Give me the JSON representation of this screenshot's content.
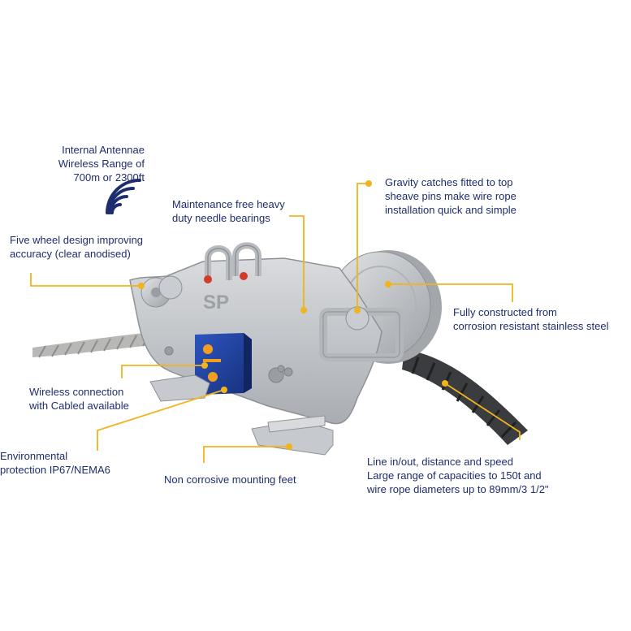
{
  "colors": {
    "label_text": "#1e2d6e",
    "callout_line": "#f0b41e",
    "steel": "#c3c6ca",
    "steel_dark": "#8e9297",
    "rope": "#3a3c3f",
    "sensor_blue": "#1f3f9a",
    "sensor_orange": "#f0a01e"
  },
  "logo_text": "SP",
  "callouts": [
    {
      "id": "antenna",
      "text": "Internal Antennae\nWireless Range of\n700m or 2300ft"
    },
    {
      "id": "bearings",
      "text": "Maintenance free heavy\nduty needle bearings"
    },
    {
      "id": "gravity",
      "text": "Gravity catches fitted to top\nsheave pins make wire rope\ninstallation quick and simple"
    },
    {
      "id": "five-wheel",
      "text": "Five wheel design improving\naccuracy (clear anodised)"
    },
    {
      "id": "stainless",
      "text": "Fully constructed from\ncorrosion resistant stainless steel"
    },
    {
      "id": "wireless",
      "text": "Wireless connection\nwith Cabled available"
    },
    {
      "id": "environmental",
      "text": "Environmental\nprotection IP67/NEMA6"
    },
    {
      "id": "feet",
      "text": "Non corrosive mounting feet"
    },
    {
      "id": "line",
      "text": "Line in/out, distance and speed\nLarge range of capacities to 150t and\nwire rope diameters up to 89mm/3 1/2\""
    }
  ],
  "icons": {
    "wireless": "wifi-signal-icon"
  }
}
